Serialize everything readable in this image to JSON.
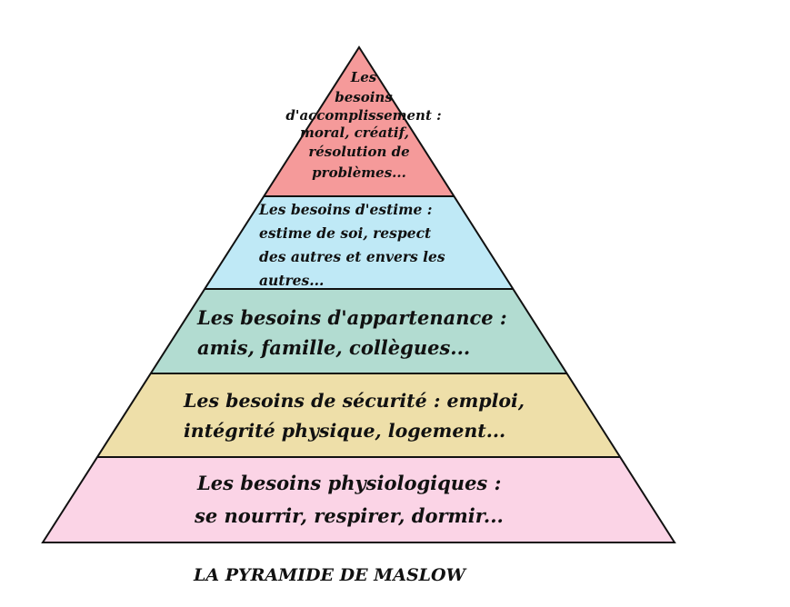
{
  "levels": [
    {
      "lines": [
        "Les",
        "besoins",
        "d'accomplissement :",
        "moral, créatif,",
        "résolution de",
        "problèmes..."
      ],
      "color": "#f59a9a"
    },
    {
      "lines": [
        "Les besoins d'estime :",
        "estime de soi, respect",
        "des autres et envers les",
        "autres..."
      ],
      "color": "#bfe9f6"
    },
    {
      "lines": [
        "Les besoins d'appartenance :",
        "amis, famille, collègues..."
      ],
      "color": "#b2dcd1"
    },
    {
      "lines": [
        "Les besoins de sécurité : emploi,",
        "intégrité physique, logement..."
      ],
      "color": "#eedfa9"
    },
    {
      "lines": [
        "Les besoins physiologiques :",
        "se nourrir, respirer, dormir..."
      ],
      "color": "#fbd4e6"
    }
  ],
  "title": "LA PYRAMIDE DE MASLOW"
}
